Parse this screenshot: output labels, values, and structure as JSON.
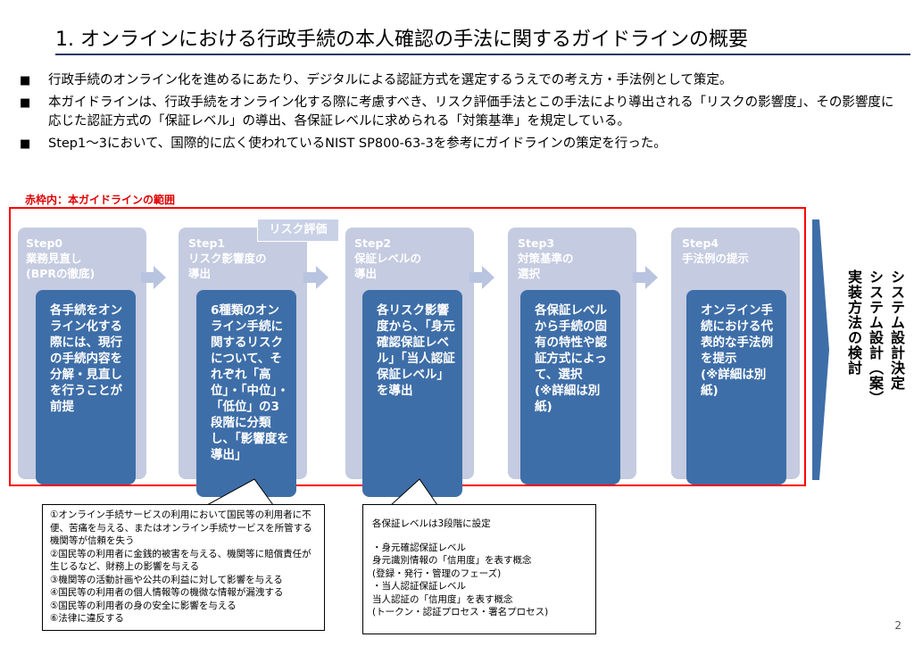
{
  "title": "1. オンラインにおける行政手続の本人確認の手法に関するガイドラインの概要",
  "bullet_mark": "■",
  "bullets": [
    "行政手続のオンライン化を進めるにあたり、デジタルによる認証方式を選定するうえでの考え方・手法例として策定。",
    "本ガイドラインは、行政手続をオンライン化する際に考慮すべき、リスク評価手法とこの手法により導出される「リスクの影響度」、その影響度に応じた認証方式の「保証レベル」の導出、各保証レベルに求められる「対策基準」を規定している。",
    "Step1〜3において、国際的に広く使われているNIST SP800-63-3を参考にガイドラインの策定を行った。"
  ],
  "scope_label": "赤枠内：本ガイドラインの範囲",
  "risk_tag": "リスク評価",
  "steps": [
    {
      "name": "Step0",
      "subtitle": "業務見直し\n(BPRの徹底)",
      "body": "各手続をオンライン化する際には、現行の手続内容を分解・見直しを行うことが前提"
    },
    {
      "name": "Step1",
      "subtitle": "リスク影響度の\n導出",
      "body": "6種類のオンライン手続に関するリスクについて、それぞれ「高位」・「中位」・「低位」の3段階に分類し、「影響度を導出」"
    },
    {
      "name": "Step2",
      "subtitle": "保証レベルの\n導出",
      "body": "各リスク影響度から、「身元確認保証レベル」「当人認証保証レベル」を導出"
    },
    {
      "name": "Step3",
      "subtitle": "対策基準の\n選択",
      "body": "各保証レベルから手続の固有の特性や認証方式によって、選択\n(※詳細は別紙)"
    },
    {
      "name": "Step4",
      "subtitle": "手法例の提示",
      "body": "オンライン手続における代表的な手法例を提示\n(※詳細は別紙)"
    }
  ],
  "side_labels": [
    "システム設計決定",
    "システム設計（案）",
    "実装方法の検討"
  ],
  "callout_left": [
    "①オンライン手続サービスの利用において国民等の利用者に不便、苦痛を与える、またはオンライン手続サービスを所管する機関等が信頼を失う",
    "②国民等の利用者に金銭的被害を与える、機関等に賠償責任が生じるなど、財務上の影響を与える",
    "③機関等の活動計画や公共の利益に対して影響を与える",
    "④国民等の利用者の個人情報等の機微な情報が漏洩する",
    "⑤国民等の利用者の身の安全に影響を与える",
    "⑥法律に違反する"
  ],
  "callout_right": [
    "各保証レベルは3段階に設定",
    "",
    "・身元確認保証レベル",
    "身元識別情報の「信用度」を表す概念",
    "(登録・発行・管理のフェーズ)",
    "・当人認証保証レベル",
    "当人認証の「信用度」を表す概念",
    "(トークン・認証プロセス・署名プロセス)"
  ],
  "page_number": "2",
  "colors": {
    "title_rule": "#1f3864",
    "scope_border": "#ff0000",
    "step_light": "#c5cbe0",
    "step_dark": "#3e6ea8",
    "arrow": "#b8c4e0"
  }
}
